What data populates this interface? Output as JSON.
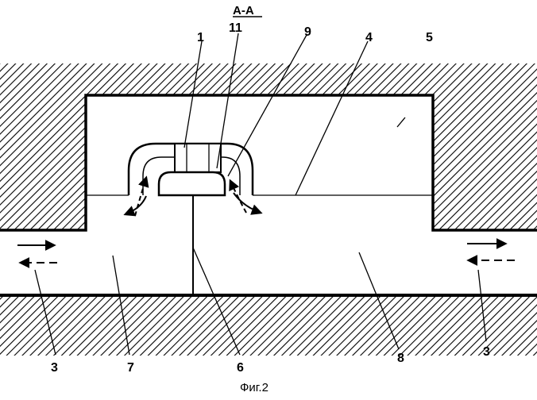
{
  "diagram": {
    "section_title": "А-А",
    "caption": "Фиг.2",
    "labels": {
      "l1": "1",
      "l11": "11",
      "l9": "9",
      "l4": "4",
      "l5": "5",
      "l3_left": "3",
      "l7": "7",
      "l6": "6",
      "l8": "8",
      "l3_right": "3"
    },
    "colors": {
      "line": "#000000",
      "background": "#ffffff"
    }
  }
}
